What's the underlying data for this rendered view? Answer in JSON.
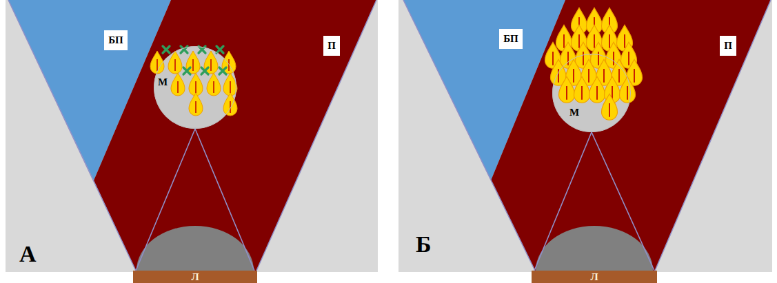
{
  "diagram": {
    "nodes": [
      {
        "text": [
          "БП"
        ]
      },
      {
        "text": [
          "П"
        ]
      },
      {
        "text": [
          "М"
        ]
      },
      {
        "text": [
          "Л"
        ]
      },
      {
        "text": [
          "БП"
        ]
      },
      {
        "text": [
          "П"
        ]
      },
      {
        "text": [
          "М"
        ]
      },
      {
        "text": [
          "Л"
        ]
      }
    ],
    "edges": [
      {
        "from": 3,
        "to": 2,
        "arrow": "none"
      },
      {
        "from": 7,
        "to": 6,
        "arrow": "none"
      }
    ],
    "labels": [
      "А",
      "Б"
    ]
  }
}
